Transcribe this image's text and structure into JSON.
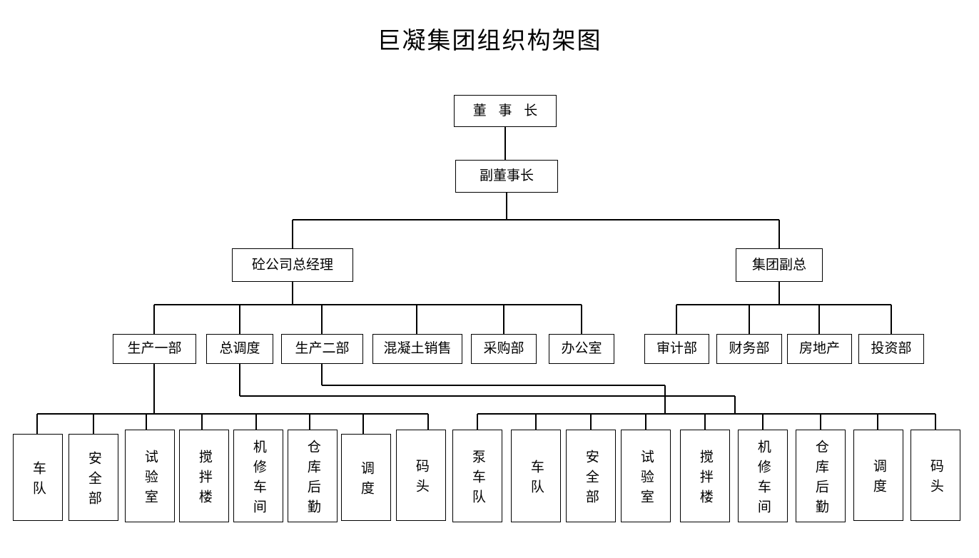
{
  "chart": {
    "title": "巨凝集团组织构架图",
    "type": "org-chart",
    "line_color": "#000000",
    "box_border_color": "#000000",
    "background_color": "#ffffff",
    "nodes": {
      "chairman": "董 事 长",
      "vice_chairman": "副董事长",
      "concrete_gm": "砼公司总经理",
      "group_vp": "集团副总",
      "prod_dept_1": "生产一部",
      "chief_dispatch": "总调度",
      "prod_dept_2": "生产二部",
      "concrete_sales": "混凝土销售",
      "purchasing": "采购部",
      "office": "办公室",
      "audit": "审计部",
      "finance": "财务部",
      "real_estate": "房地产",
      "investment": "投资部",
      "g1_fleet": "车队",
      "g1_safety": "安全部",
      "g1_lab": "试验室",
      "g1_mixing": "搅拌楼",
      "g1_repair": "机修车间",
      "g1_warehouse": "仓库后勤",
      "g1_dispatch": "调度",
      "g1_wharf": "码头",
      "g2_pump_fleet": "泵车队",
      "g2_fleet": "车队",
      "g2_safety": "安全部",
      "g2_lab": "试验室",
      "g2_mixing": "搅拌楼",
      "g2_repair": "机修车间",
      "g2_warehouse": "仓库后勤",
      "g2_dispatch": "调度",
      "g2_wharf": "码头"
    },
    "levels": [
      {
        "name": "level-1",
        "members": [
          "董 事 长"
        ]
      },
      {
        "name": "level-2",
        "members": [
          "副董事长"
        ]
      },
      {
        "name": "level-3",
        "members": [
          "砼公司总经理",
          "集团副总"
        ]
      },
      {
        "name": "level-4-left",
        "members": [
          "生产一部",
          "总调度",
          "生产二部",
          "混凝土销售",
          "采购部",
          "办公室"
        ]
      },
      {
        "name": "level-4-right",
        "members": [
          "审计部",
          "财务部",
          "房地产",
          "投资部"
        ]
      },
      {
        "name": "level-5-group-1",
        "members": [
          "车队",
          "安全部",
          "试验室",
          "搅拌楼",
          "机修车间",
          "仓库后勤",
          "调度",
          "码头"
        ]
      },
      {
        "name": "level-5-group-2",
        "members": [
          "泵车队",
          "车队",
          "安全部",
          "试验室",
          "搅拌楼",
          "机修车间",
          "仓库后勤",
          "调度",
          "码头"
        ]
      }
    ]
  }
}
